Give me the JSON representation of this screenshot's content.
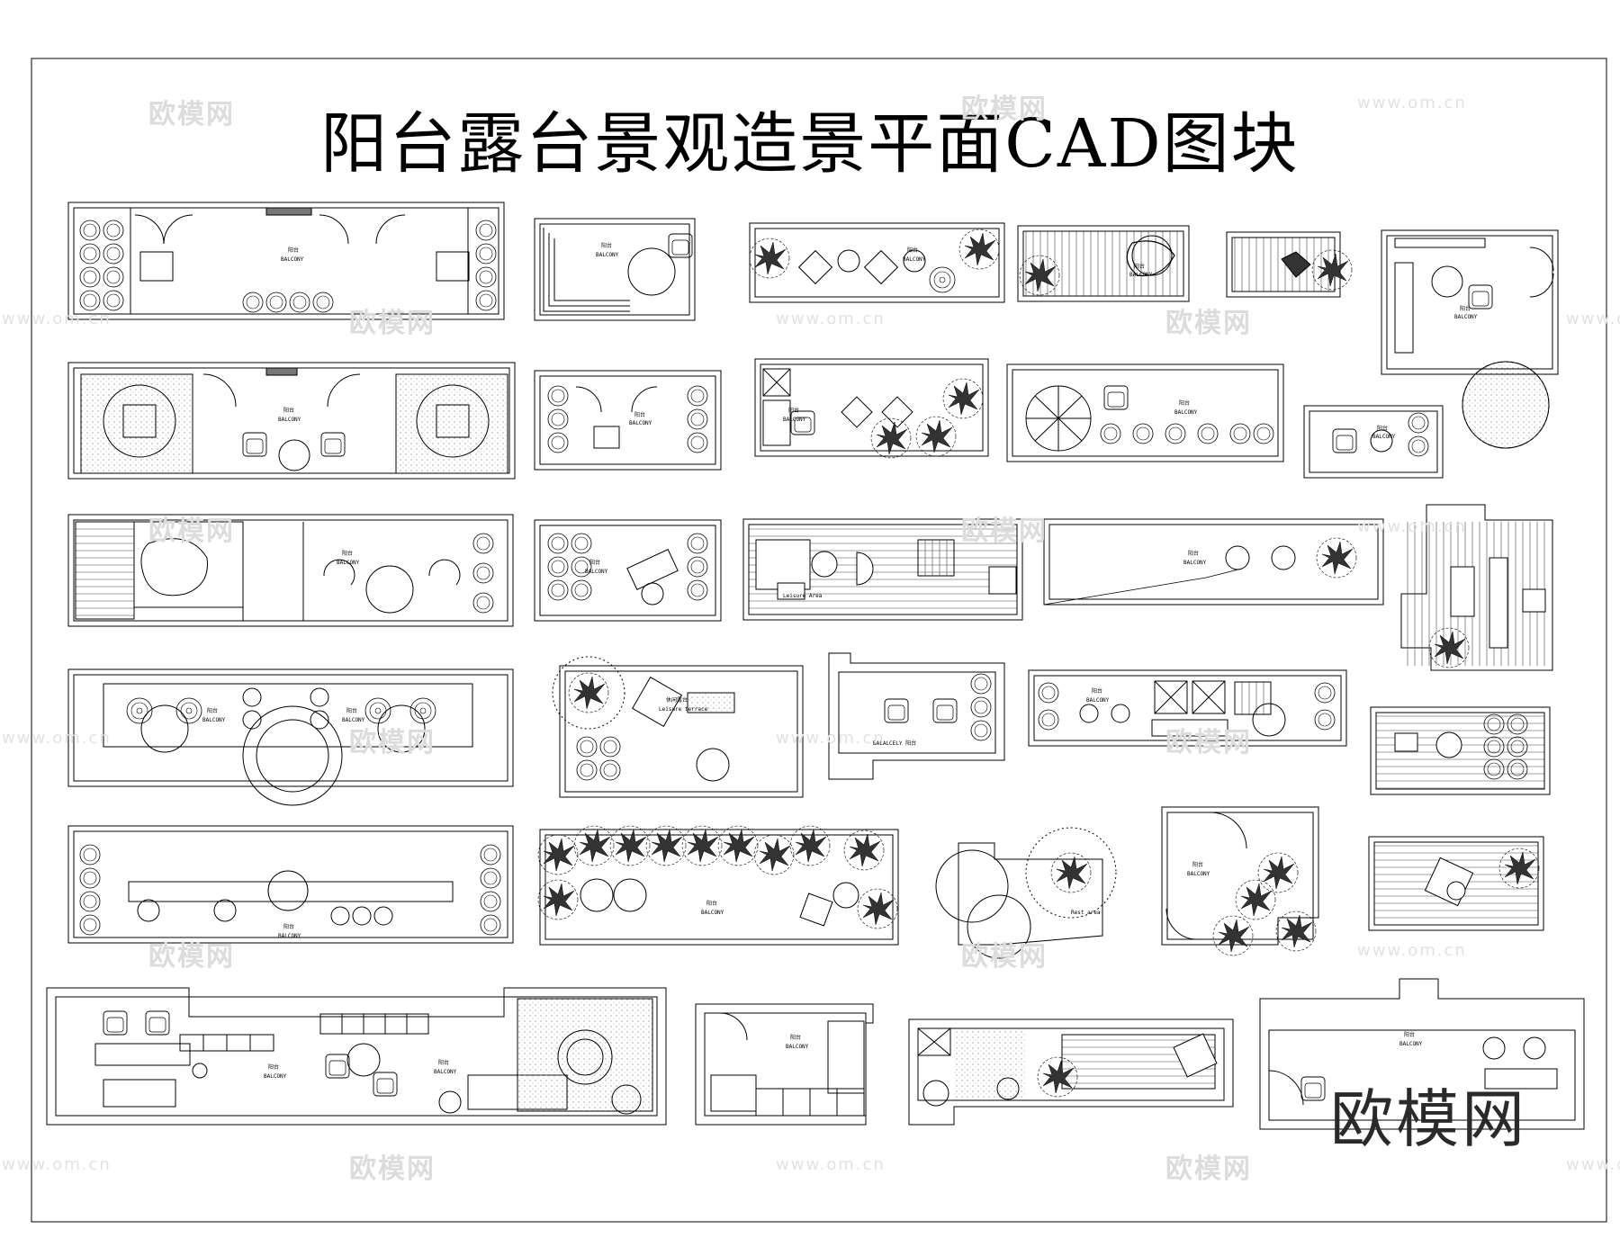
{
  "title": "阳台露台景观造景平面CAD图块",
  "watermark": {
    "brand": "欧模网",
    "url": "www.om.cn",
    "big_logo": "欧模网"
  },
  "labels": {
    "balcony_cn": "阳台",
    "balcony_en": "BALCONY",
    "leisure_terrace_cn": "休闲露台",
    "leisure_terrace_en": "Leisure terrace",
    "balalcely": "BALALCELY 阳台",
    "leisure_area": "Leisure Area",
    "rest_area": "Rest area"
  },
  "colors": {
    "line": "#000000",
    "hatch": "#888888",
    "watermark": "#dcdcdc"
  }
}
